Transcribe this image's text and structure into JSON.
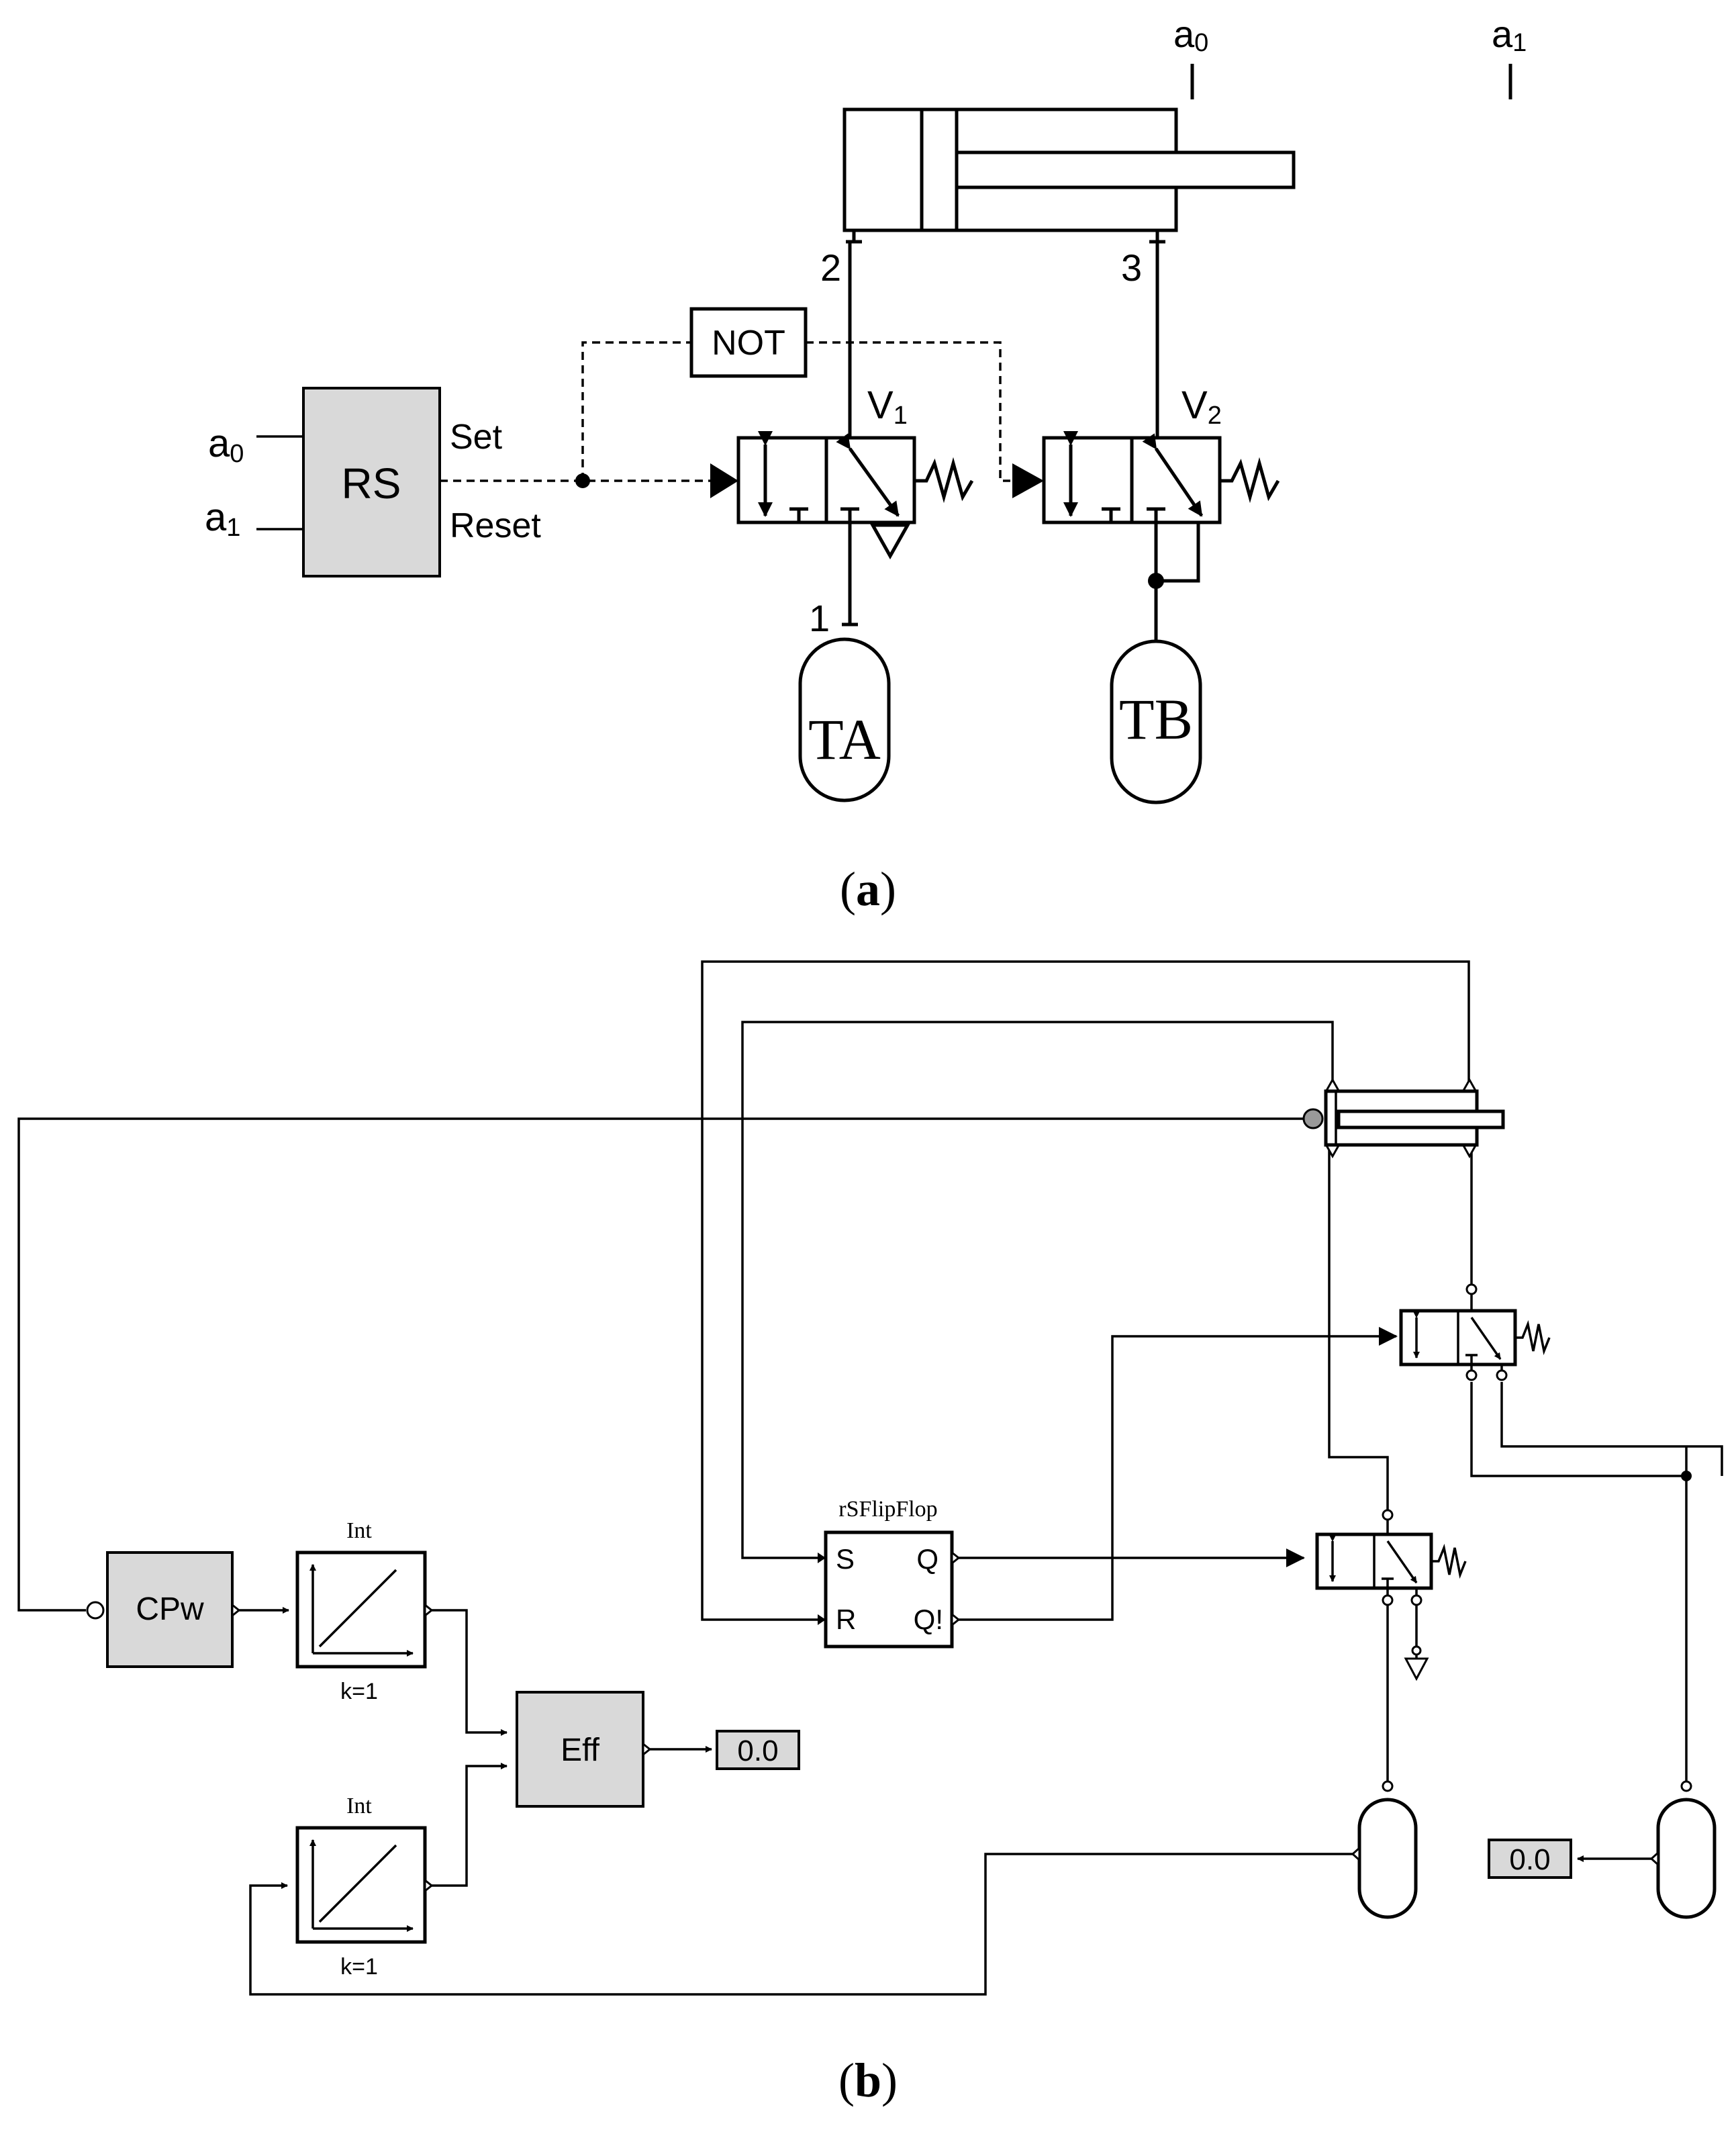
{
  "panel_a": {
    "caption_open": "(",
    "caption_letter": "a",
    "caption_close": ")",
    "sensor_a0": "a",
    "sensor_a0_sub": "0",
    "sensor_a1": "a",
    "sensor_a1_sub": "1",
    "rs_label": "RS",
    "rs_in_a0": "a",
    "rs_in_a0_sub": "0",
    "rs_in_a1": "a",
    "rs_in_a1_sub": "1",
    "rs_set": "Set",
    "rs_reset": "Reset",
    "not_label": "NOT",
    "valve1": "V",
    "valve1_sub": "1",
    "valve2": "V",
    "valve2_sub": "2",
    "port1": "1",
    "port2": "2",
    "port3": "3",
    "tank_a": "TA",
    "tank_b": "TB"
  },
  "panel_b": {
    "caption_open": "(",
    "caption_letter": "b",
    "caption_close": ")",
    "cpw_label": "CPw",
    "int1_title": "Int",
    "int1_param": "k=1",
    "int2_title": "Int",
    "int2_param": "k=1",
    "eff_label": "Eff",
    "display1": "0.0",
    "display2": "0.0",
    "ff_title": "rSFlipFlop",
    "ff_s": "S",
    "ff_r": "R",
    "ff_q": "Q",
    "ff_qn": "Q!"
  }
}
